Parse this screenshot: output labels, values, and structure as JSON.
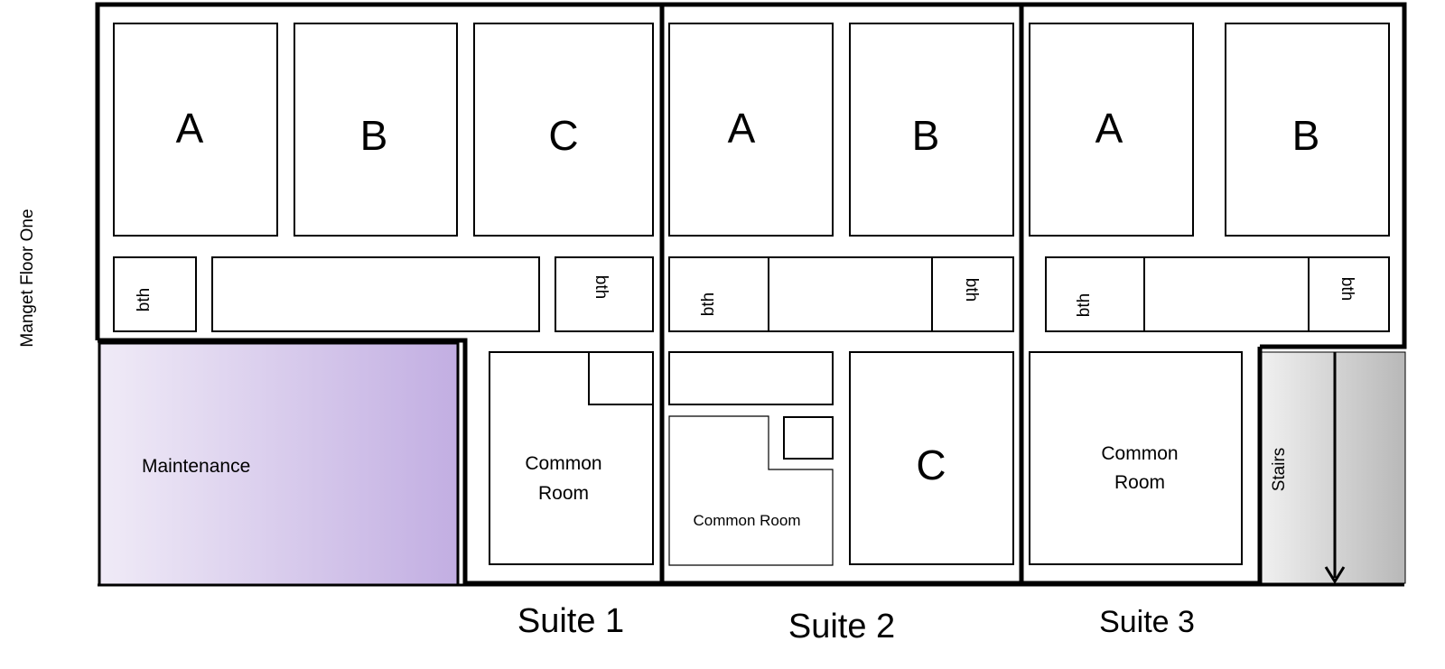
{
  "side_label": "Manget Floor One",
  "rooms": {
    "suite1": {
      "a": "A",
      "b": "B",
      "c": "C",
      "bath_left": "bth",
      "bath_right": "bth"
    },
    "suite2": {
      "a": "A",
      "b": "B",
      "c": "C",
      "bath_left": "bth",
      "bath_right": "bth"
    },
    "suite3": {
      "a": "A",
      "b": "B",
      "bath_left": "bth",
      "bath_right": "bth"
    }
  },
  "areas": {
    "maintenance": "Maintenance",
    "suite1_common_line1": "Common",
    "suite1_common_line2": "Room",
    "suite2_common": "Common Room",
    "suite3_common_line1": "Common",
    "suite3_common_line2": "Room",
    "stairs": "Stairs"
  },
  "suite_labels": [
    "Suite 1",
    "Suite 2",
    "Suite 3"
  ],
  "colors": {
    "maintenance_light": "#f0ebf7",
    "maintenance_dark": "#c2aee2",
    "stairs_light": "#f0f0f0",
    "stairs_dark": "#b8b8b8",
    "line": "#000000"
  }
}
